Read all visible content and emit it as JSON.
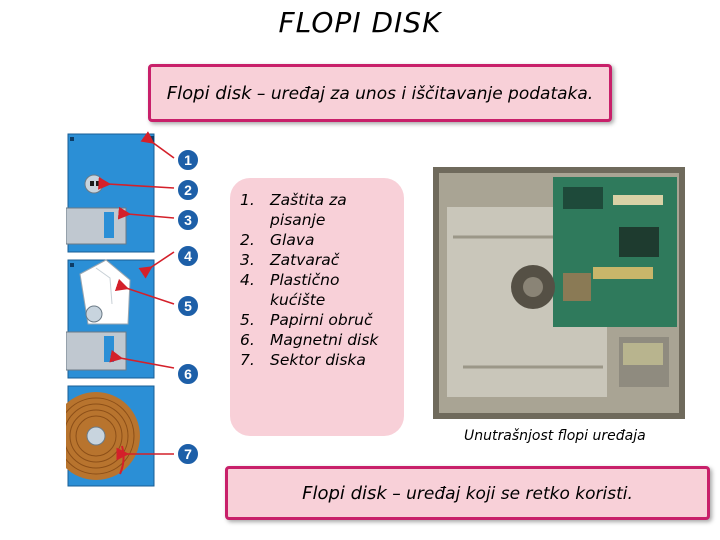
{
  "title": "FLOPI DISK",
  "definition": {
    "term": "Flopi disk",
    "text": " – uređaj za unos i iščitavanje podataka."
  },
  "parts": [
    {
      "num": "1.",
      "label": "Zaštita za pisanje"
    },
    {
      "num": "2.",
      "label": "Glava"
    },
    {
      "num": "3.",
      "label": "Zatvarač"
    },
    {
      "num": "4.",
      "label": "Plastično kućište"
    },
    {
      "num": "5.",
      "label": "Papirni obruč"
    },
    {
      "num": "6.",
      "label": "Magnetni disk"
    },
    {
      "num": "7.",
      "label": "Sektor diska"
    }
  ],
  "markers": [
    "1",
    "2",
    "3",
    "4",
    "5",
    "6",
    "7"
  ],
  "photo_caption": "Unutrašnjost flopi uređaja",
  "note": {
    "term": "Flopi disk",
    "text": " – uređaj koji se retko koristi."
  },
  "colors": {
    "accent": "#c8206a",
    "box_fill": "#f8d0d8",
    "disk_blue": "#2b8fd6",
    "arrow_red": "#d4202a"
  }
}
